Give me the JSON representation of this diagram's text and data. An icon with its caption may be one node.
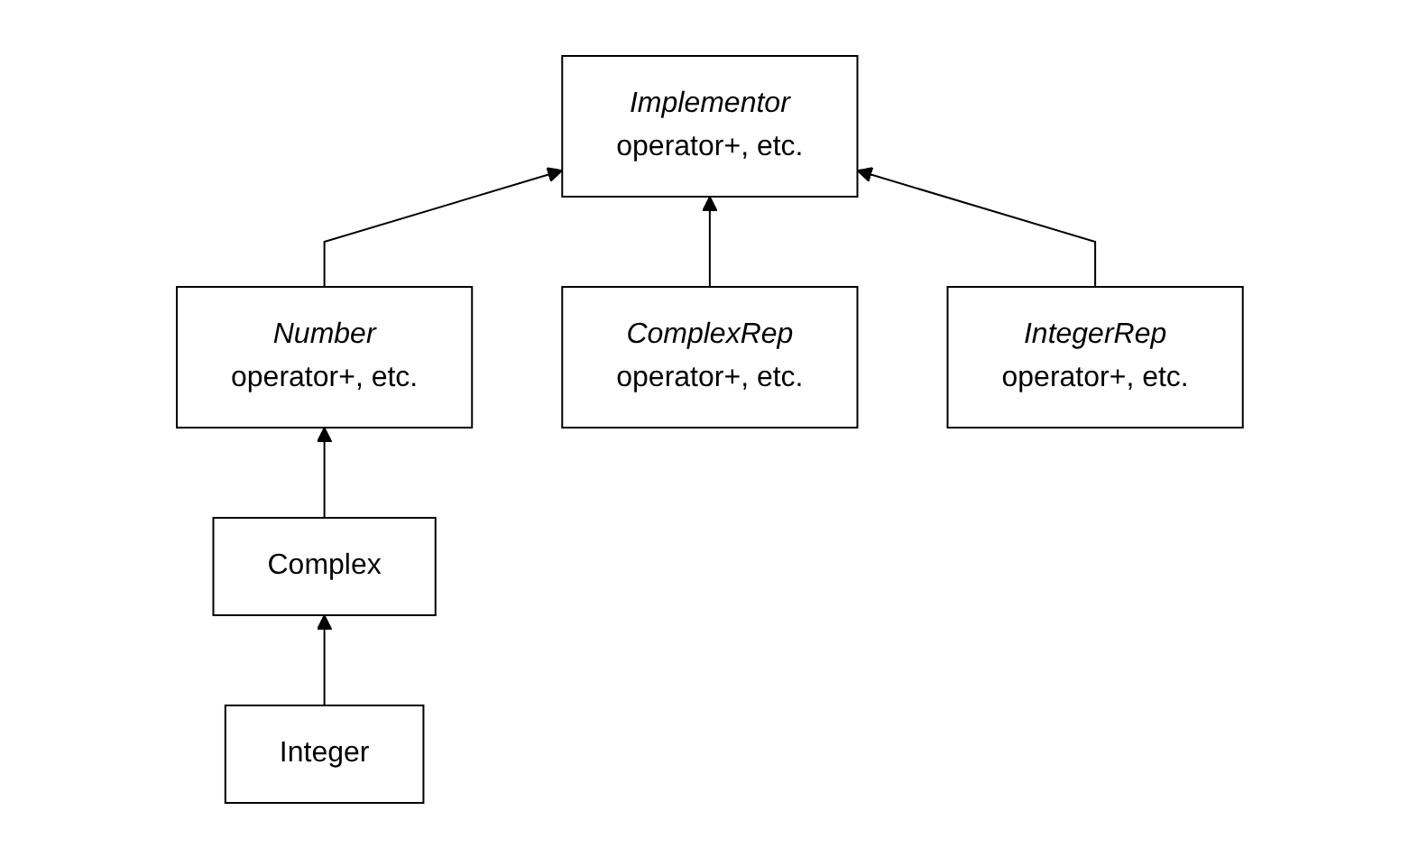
{
  "diagram": {
    "nodes": [
      {
        "text": [
          "Number",
          "operator+, etc."
        ]
      },
      {
        "text": [
          "Implementor",
          "operator+, etc."
        ]
      },
      {
        "text": [
          "Complex"
        ]
      },
      {
        "text": [
          "ComplexRep",
          "operator+, etc."
        ]
      },
      {
        "text": [
          "IntegerRep",
          "operator+, etc."
        ]
      },
      {
        "text": [
          "Integer"
        ]
      }
    ],
    "edges": [
      {
        "from": 0,
        "to": 1,
        "arrow": "to"
      },
      {
        "from": 2,
        "to": 0,
        "arrow": "to"
      },
      {
        "from": 3,
        "to": 1,
        "arrow": "to"
      },
      {
        "from": 4,
        "to": 1,
        "arrow": "to"
      },
      {
        "from": 5,
        "to": 2,
        "arrow": "to"
      }
    ]
  }
}
